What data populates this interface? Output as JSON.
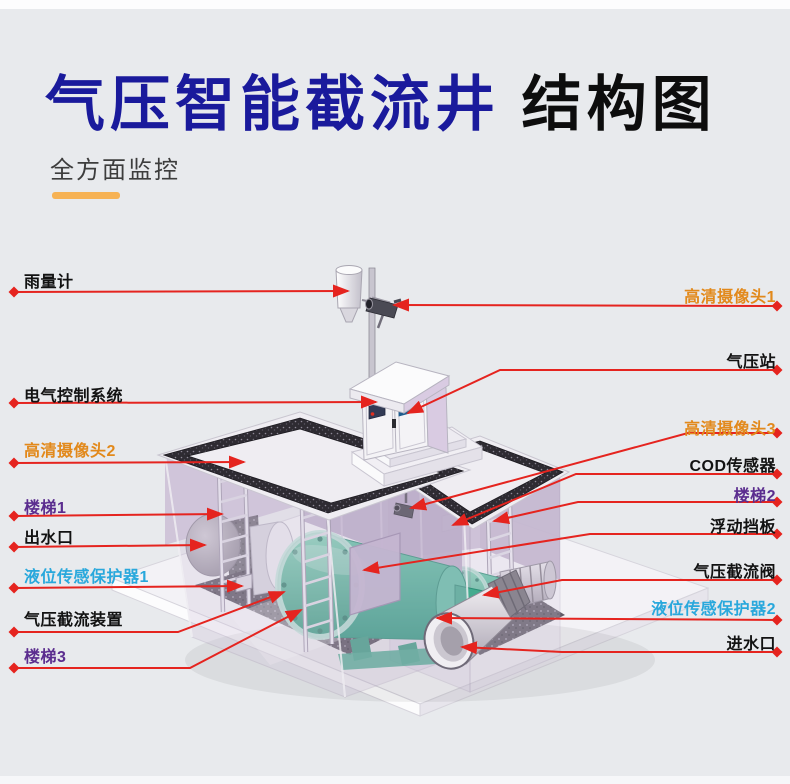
{
  "header": {
    "title_main": "气压智能截流井",
    "title_suffix": " 结构图",
    "subtitle": "全方面监控"
  },
  "colors": {
    "title_navy": "#1a1a9c",
    "title_black": "#0d0d0d",
    "subtitle_gray": "#3d3d3d",
    "accent_orange": "#f6b254",
    "leader_red": "#e5241f",
    "label_black": "#121212",
    "label_orange": "#e2891b",
    "label_purple": "#5b2d8f",
    "label_cyan": "#29a8dc",
    "tank_lavender": "#c8bad3",
    "rim_dark": "#2e2b32",
    "equipment_teal": "#4fb497",
    "pipe_gray": "#d9d6da"
  },
  "diagram": {
    "labels_left": [
      {
        "text": "雨量计",
        "color": "#121212"
      },
      {
        "text": "电气控制系统",
        "color": "#121212"
      },
      {
        "text": "高清摄像头2",
        "color": "#e2891b"
      },
      {
        "text": "楼梯1",
        "color": "#5b2d8f"
      },
      {
        "text": "出水口",
        "color": "#121212"
      },
      {
        "text": "液位传感保护器1",
        "color": "#29a8dc"
      },
      {
        "text": "气压截流装置",
        "color": "#121212"
      },
      {
        "text": "楼梯3",
        "color": "#5b2d8f"
      }
    ],
    "labels_right": [
      {
        "text": "高清摄像头1",
        "color": "#e2891b"
      },
      {
        "text": "气压站",
        "color": "#121212"
      },
      {
        "text": "高清摄像头3",
        "color": "#e2891b"
      },
      {
        "text": "COD传感器",
        "color": "#121212"
      },
      {
        "text": "楼梯2",
        "color": "#5b2d8f"
      },
      {
        "text": "浮动挡板",
        "color": "#121212"
      },
      {
        "text": "气压截流阀",
        "color": "#121212"
      },
      {
        "text": "液位传感保护器2",
        "color": "#29a8dc"
      },
      {
        "text": "进水口",
        "color": "#121212"
      }
    ]
  }
}
